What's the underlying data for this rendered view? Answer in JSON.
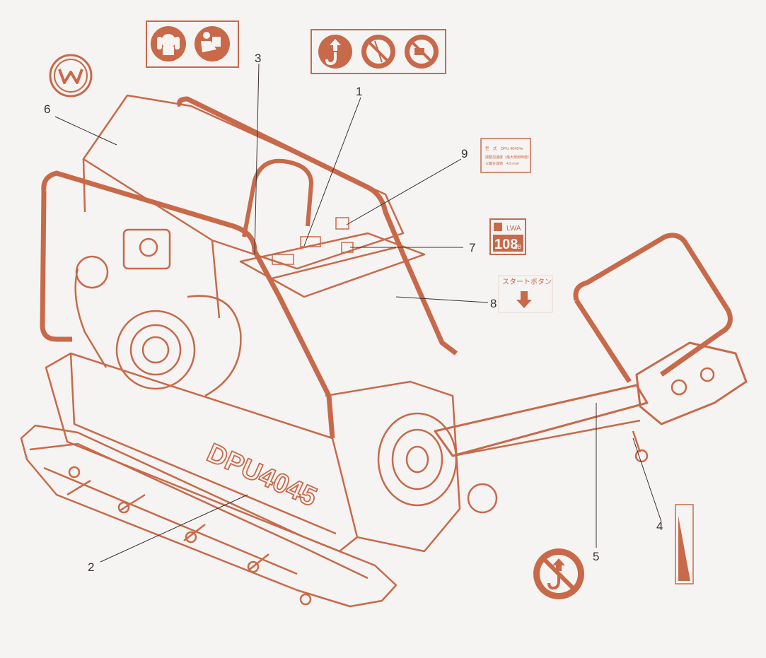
{
  "colors": {
    "accent": "#c8694a",
    "background": "#f6f4f2",
    "text": "#3a3030"
  },
  "callouts": [
    "1",
    "2",
    "3",
    "4",
    "5",
    "6",
    "7",
    "8",
    "9"
  ],
  "model_text": "DPU4045",
  "decals": {
    "noise_value": "108",
    "noise_unit": "dB",
    "noise_symbol": "LWA",
    "start_label": "スタートボタン",
    "spec_line1": "型　式　DPU 4045Ye",
    "spec_line2": "振動加速度（最大使用時値）",
    "spec_line3": "三軸合成値　4.9 m/s²"
  },
  "icons": [
    "ear-protection-icon",
    "read-manual-icon",
    "lift-point-icon",
    "no-standing-under-load-icon",
    "no-forklift-icon",
    "no-lift-on-handle-icon",
    "wacker-logo-icon",
    "throttle-gauge-icon"
  ]
}
